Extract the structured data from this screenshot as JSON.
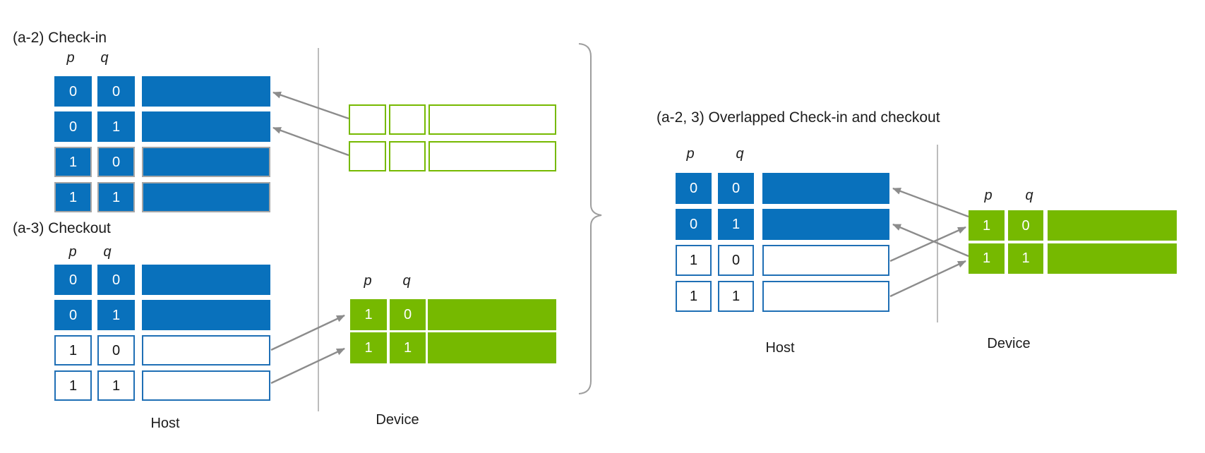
{
  "colors": {
    "blue": "#0971BC",
    "green": "#76B900",
    "blue_border": "#1F6FB5",
    "gray_border": "#A6A6A6",
    "arrow": "#8C8C8C",
    "divider": "#A6A6A6",
    "brace": "#9E9E9E"
  },
  "panels": {
    "checkin": {
      "title": "(a-2) Check-in"
    },
    "checkout": {
      "title": "(a-3) Checkout"
    },
    "overlap": {
      "title": "(a-2, 3) Overlapped Check-in and checkout"
    }
  },
  "labels": {
    "p": "p",
    "q": "q",
    "host_left": "Host",
    "device_left": "Device",
    "host_right": "Host",
    "device_right": "Device"
  },
  "tables": {
    "checkin_host": {
      "rows": [
        {
          "p": "0",
          "q": "0",
          "style": "blue"
        },
        {
          "p": "0",
          "q": "1",
          "style": "blue"
        },
        {
          "p": "1",
          "q": "0",
          "style": "blue-gray-border"
        },
        {
          "p": "1",
          "q": "1",
          "style": "blue-gray-border"
        }
      ]
    },
    "checkin_device": {
      "rows": [
        {
          "p": "",
          "q": "",
          "style": "green-outline"
        },
        {
          "p": "",
          "q": "",
          "style": "green-outline"
        }
      ]
    },
    "checkout_host": {
      "rows": [
        {
          "p": "0",
          "q": "0",
          "style": "blue"
        },
        {
          "p": "0",
          "q": "1",
          "style": "blue"
        },
        {
          "p": "1",
          "q": "0",
          "style": "white-blue-border"
        },
        {
          "p": "1",
          "q": "1",
          "style": "white-blue-border"
        }
      ]
    },
    "checkout_device": {
      "rows": [
        {
          "p": "1",
          "q": "0",
          "style": "green"
        },
        {
          "p": "1",
          "q": "1",
          "style": "green"
        }
      ]
    },
    "overlap_host": {
      "rows": [
        {
          "p": "0",
          "q": "0",
          "style": "blue"
        },
        {
          "p": "0",
          "q": "1",
          "style": "blue"
        },
        {
          "p": "1",
          "q": "0",
          "style": "white-blue-border"
        },
        {
          "p": "1",
          "q": "1",
          "style": "white-blue-border"
        }
      ]
    },
    "overlap_device": {
      "rows": [
        {
          "p": "1",
          "q": "0",
          "style": "green"
        },
        {
          "p": "1",
          "q": "1",
          "style": "green"
        }
      ]
    }
  }
}
